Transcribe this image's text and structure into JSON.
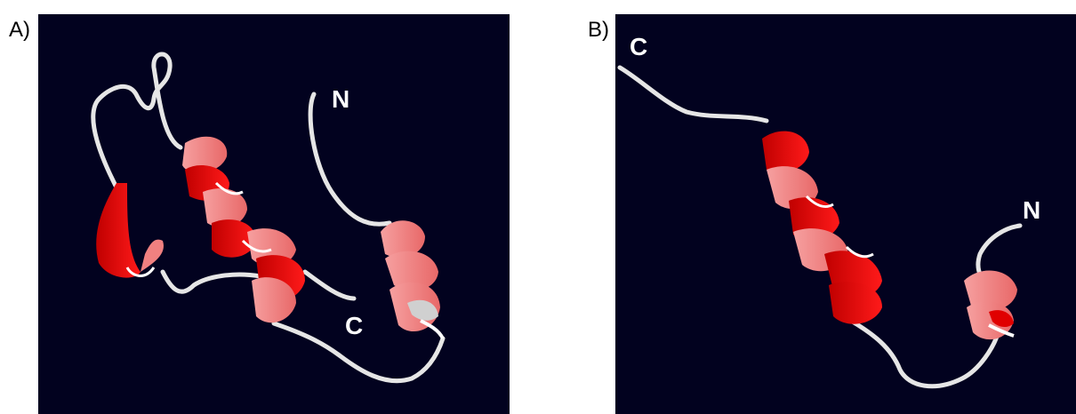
{
  "panels": [
    {
      "label": "A)",
      "n_terminus": "N",
      "c_terminus": "C",
      "colors": {
        "background": "#02021f",
        "helix_light": "#f08080",
        "helix_dark": "#e00000",
        "coil": "#e8e8e8"
      }
    },
    {
      "label": "B)",
      "n_terminus": "N",
      "c_terminus": "C",
      "colors": {
        "background": "#02021f",
        "helix_light": "#f08080",
        "helix_dark": "#e00000",
        "coil": "#e8e8e8"
      }
    }
  ]
}
